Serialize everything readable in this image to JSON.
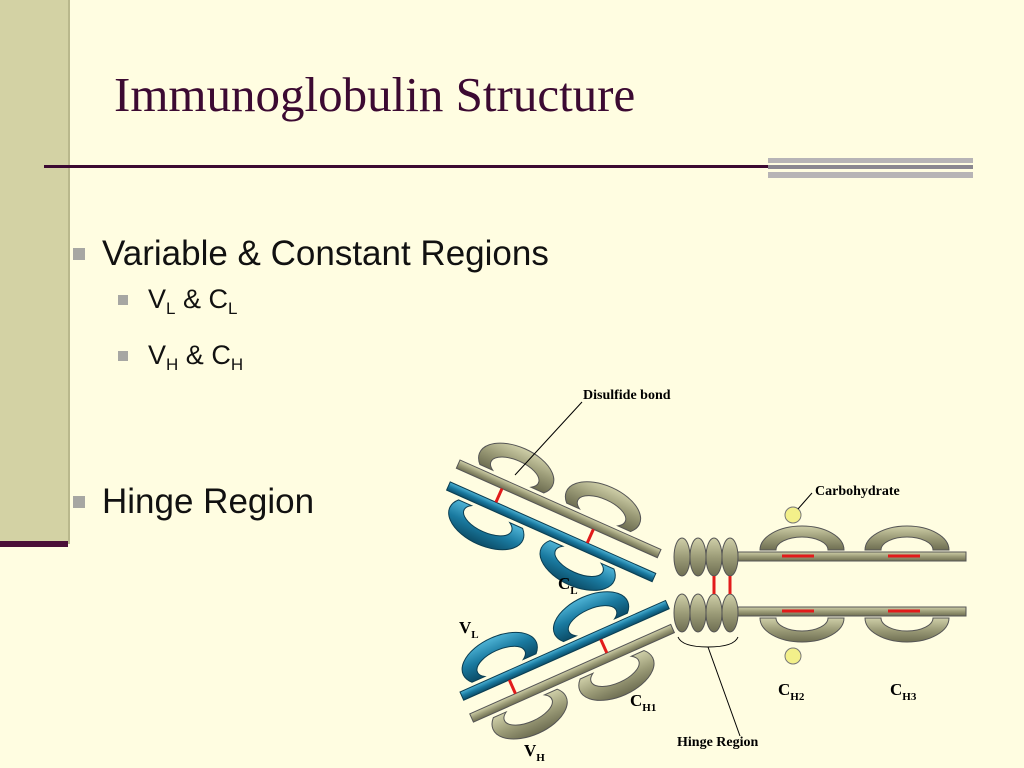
{
  "slide": {
    "title": "Immunoglobulin Structure",
    "bullets": [
      {
        "text": "Variable & Constant Regions",
        "subitems": [
          {
            "part1": "V",
            "sub1": "L",
            "middle": " & ",
            "part2": "C",
            "sub2": "L"
          },
          {
            "part1": "V",
            "sub1": "H",
            "middle": " & ",
            "part2": "C",
            "sub2": "H"
          }
        ]
      },
      {
        "text": "Hinge Region"
      }
    ]
  },
  "diagram": {
    "labels": {
      "disulfide_bond": "Disulfide bond",
      "carbohydrate": "Carbohydrate",
      "hinge_region": "Hinge Region"
    },
    "domain_labels": {
      "cl": {
        "main": "C",
        "sub": "L"
      },
      "vl": {
        "main": "V",
        "sub": "L"
      },
      "ch1": {
        "main": "C",
        "sub": "H1"
      },
      "vh": {
        "main": "V",
        "sub": "H"
      },
      "ch2": {
        "main": "C",
        "sub": "H2"
      },
      "ch3": {
        "main": "C",
        "sub": "H3"
      }
    }
  },
  "colors": {
    "background": "#fffde1",
    "title": "#3c0a32",
    "left_bar": "#d3d2a4",
    "heavy_chain": "#9c9c78",
    "light_chain": "#1a7aa0",
    "disulfide": "#e21b1b",
    "carbohydrate": "#f3f08a"
  }
}
